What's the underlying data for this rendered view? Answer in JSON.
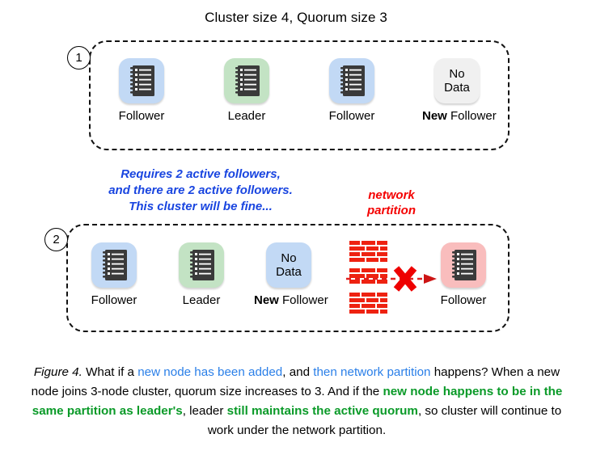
{
  "title": "Cluster size 4, Quorum size 3",
  "steps": [
    {
      "number": "1"
    },
    {
      "number": "2"
    }
  ],
  "cluster_1": {
    "nodes": [
      {
        "label_bold": "",
        "label": "Follower",
        "color": "blue",
        "icon": "notebook-icon",
        "text": ""
      },
      {
        "label_bold": "",
        "label": "Leader",
        "color": "green",
        "icon": "notebook-icon",
        "text": ""
      },
      {
        "label_bold": "",
        "label": "Follower",
        "color": "blue",
        "icon": "notebook-icon",
        "text": ""
      },
      {
        "label_bold": "New",
        "label": "Follower",
        "color": "gray",
        "icon": "no-data-text",
        "text_line_1": "No",
        "text_line_2": "Data"
      }
    ]
  },
  "note_blue": {
    "line_1": "Requires 2 active followers,",
    "line_2": "and there are 2 active followers.",
    "line_3": "This cluster will be fine..."
  },
  "partition_label": {
    "line_1": "network",
    "line_2": "partition"
  },
  "cluster_2": {
    "nodes": [
      {
        "label_bold": "",
        "label": "Follower",
        "color": "blue",
        "icon": "notebook-icon",
        "text": ""
      },
      {
        "label_bold": "",
        "label": "Leader",
        "color": "green",
        "icon": "notebook-icon",
        "text": ""
      },
      {
        "label_bold": "New",
        "label": "Follower",
        "color": "blue",
        "icon": "no-data-text",
        "text_line_1": "No",
        "text_line_2": "Data"
      },
      {
        "label_bold": "",
        "label": "Follower",
        "color": "pink",
        "icon": "notebook-icon",
        "text": ""
      }
    ]
  },
  "caption": {
    "figure": "Figure 4.",
    "seg_1": " What if a ",
    "seg_2_blue": "new node has been added",
    "seg_3": ", and ",
    "seg_4_blue": "then network partition",
    "seg_5": " happens? When a new node joins 3-node cluster, quorum size increases to 3. And if the ",
    "seg_6_green": "new node happens to be in the same partition as leader's",
    "seg_7": ", leader ",
    "seg_8_green": "still maintains the active quorum",
    "seg_9": ", so cluster will continue to work under the network partition."
  },
  "colors": {
    "node_blue": "#c2d9f5",
    "node_green": "#c3e3c4",
    "node_gray": "#f0f0f0",
    "node_pink": "#f9bdbd",
    "icon_dark": "#3a3a3a",
    "note_blue": "#1945e0",
    "partition_red": "#f40000",
    "caption_blue": "#2a7fe8",
    "caption_green": "#0a9a28"
  }
}
